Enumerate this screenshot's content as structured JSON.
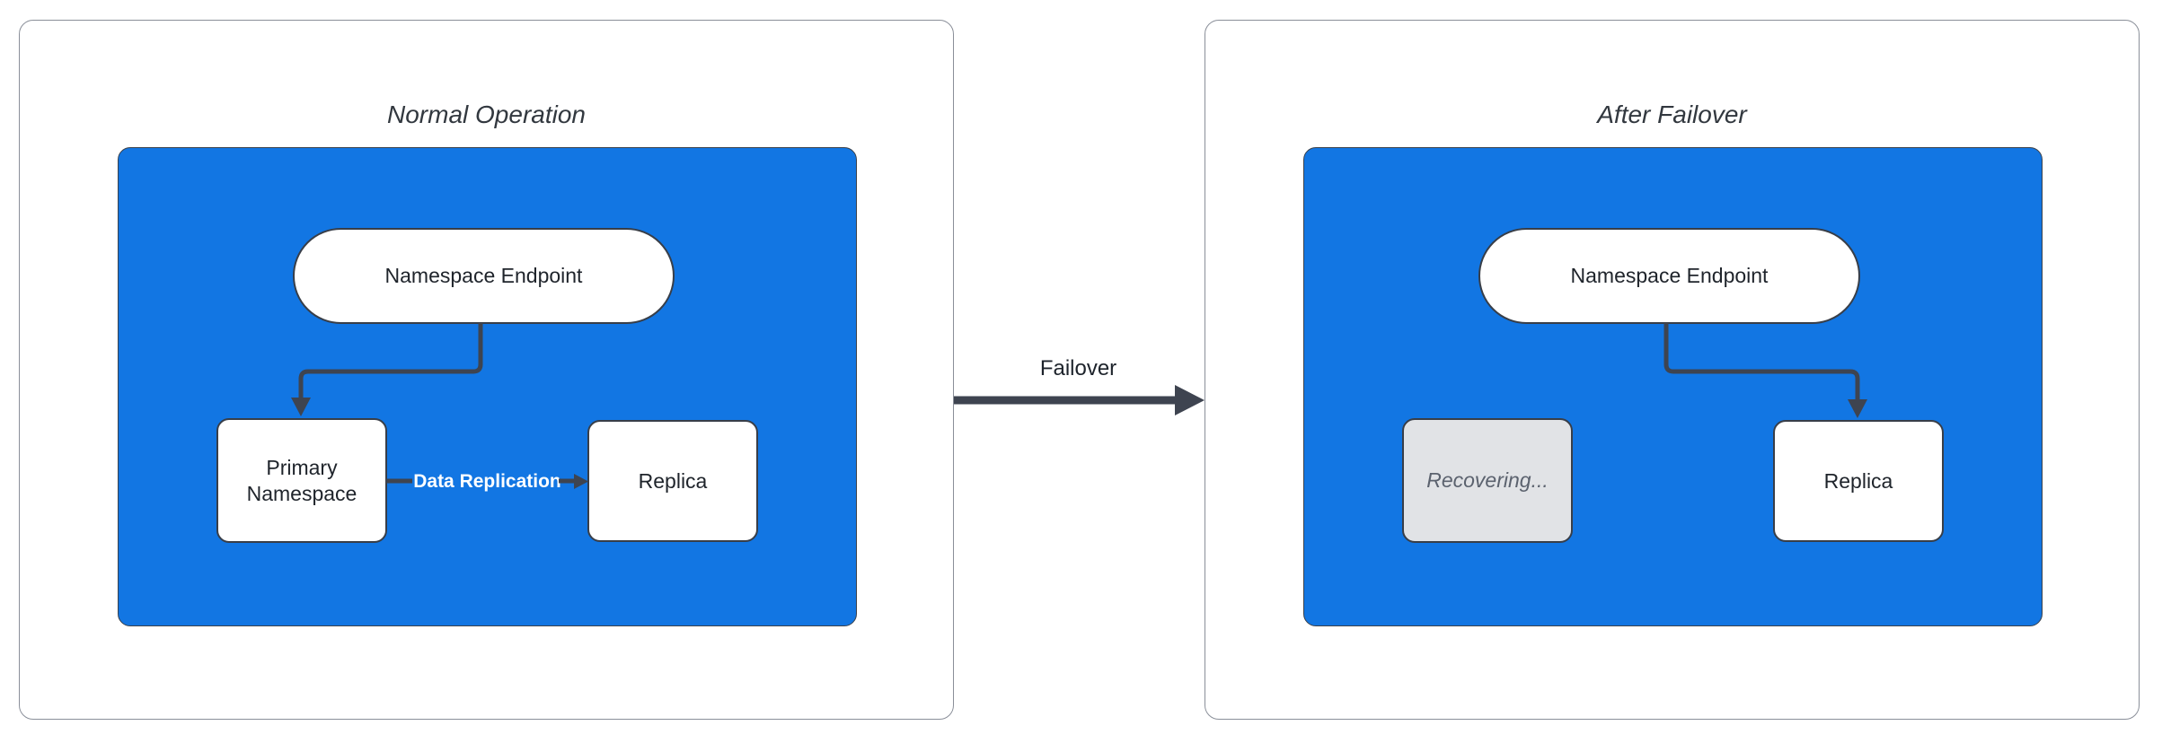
{
  "colors": {
    "blue": "#1276e3",
    "stroke": "#3e4450",
    "node_border": "#383e48",
    "panel_border": "#8a8f99",
    "recovering_bg": "#e1e3e6",
    "recovering_text": "#5b626e",
    "title_text": "#32383f",
    "node_text": "#1f242b"
  },
  "failover_arrow": {
    "label": "Failover"
  },
  "panels": [
    {
      "title": "Normal Operation",
      "endpoint": "Namespace Endpoint",
      "left_node": "Primary Namespace",
      "right_node": "Replica",
      "replication_label": "Data Replication"
    },
    {
      "title": "After Failover",
      "endpoint": "Namespace Endpoint",
      "left_node": "Recovering...",
      "right_node": "Replica"
    }
  ]
}
